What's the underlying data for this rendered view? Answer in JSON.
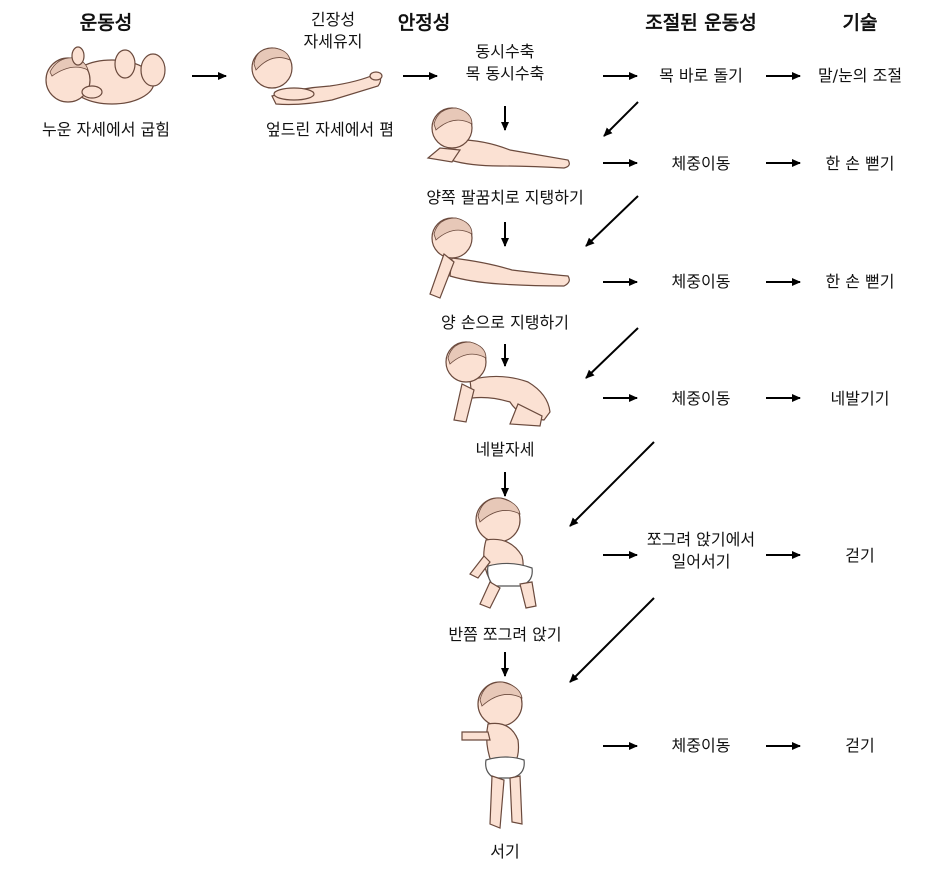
{
  "headers": {
    "mobility": "운동성",
    "stability": "안정성",
    "controlled_mobility": "조절된 운동성",
    "skill": "기술"
  },
  "top_row": {
    "supine_flexion": "누운 자세에서 굽힘",
    "tonic_posture_line1": "긴장성",
    "tonic_posture_line2": "자세유지",
    "prone_extension": "엎드린 자세에서 폄",
    "cocontraction_line1": "동시수축",
    "cocontraction_line2": "목 동시수축",
    "neck_righting": "목 바로 돌기",
    "speech_eye": "말/눈의 조절"
  },
  "stages": [
    {
      "posture": "양쪽 팔꿈치로 지탱하기",
      "controlled": "체중이동",
      "skill": "한 손 뻗기"
    },
    {
      "posture": "양 손으로 지탱하기",
      "controlled": "체중이동",
      "skill": "한 손 뻗기"
    },
    {
      "posture": "네발자세",
      "controlled": "체중이동",
      "skill": "네발기기"
    },
    {
      "posture": "반쯤 쪼그려 앉기",
      "controlled_line1": "쪼그려 앉기에서",
      "controlled_line2": "일어서기",
      "skill": "걷기"
    },
    {
      "posture": "서기",
      "controlled": "체중이동",
      "skill": "걷기"
    }
  ]
}
